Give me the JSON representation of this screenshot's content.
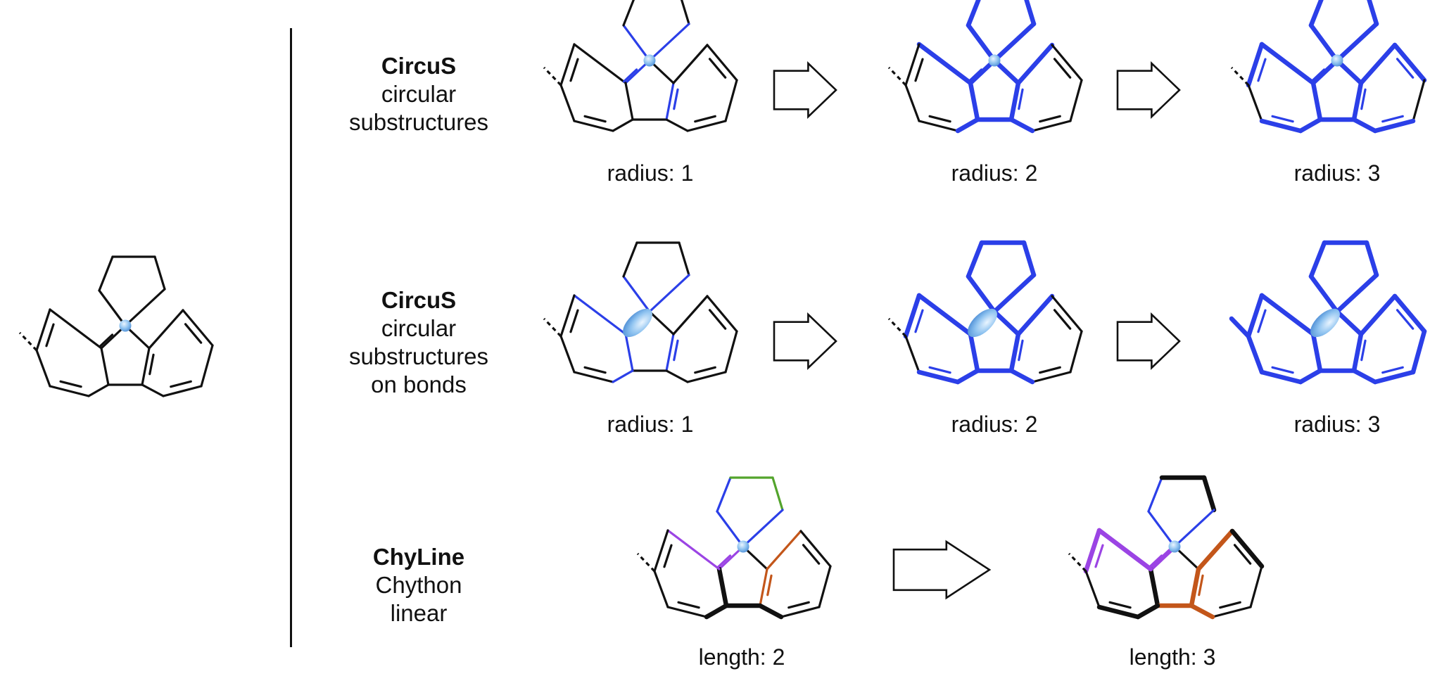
{
  "colors": {
    "bond": "#111111",
    "highlight": "#2b3fe8",
    "atom": "#7fb8ec",
    "green": "#53a42c",
    "purple": "#9b44e4",
    "orange": "#c3561a"
  },
  "rows": [
    {
      "id": "circus",
      "title": "CircuS",
      "lines": [
        "circular",
        "substructures"
      ],
      "captions": [
        "radius: 1",
        "radius: 2",
        "radius: 3"
      ]
    },
    {
      "id": "circus-bonds",
      "title": "CircuS",
      "lines": [
        "circular",
        "substructures",
        "on bonds"
      ],
      "captions": [
        "radius: 1",
        "radius: 2",
        "radius: 3"
      ]
    },
    {
      "id": "chyline",
      "title": "ChyLine",
      "lines": [
        "Chython",
        "linear"
      ],
      "captions": [
        "length: 2",
        "length: 3"
      ]
    }
  ]
}
